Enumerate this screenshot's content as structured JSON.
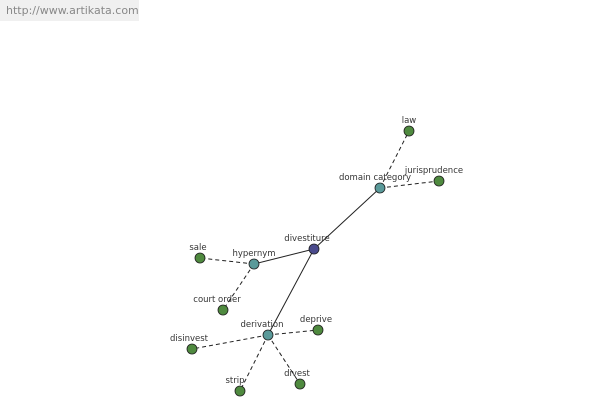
{
  "header": {
    "url": "http://www.artikata.com"
  },
  "diagram": {
    "colors": {
      "center": "#4a4a8c",
      "relation": "#5a9a9a",
      "leaf": "#4f8a3f",
      "edge": "#222222"
    },
    "nodes": [
      {
        "id": "divestiture",
        "label": "divestiture",
        "kind": "center"
      },
      {
        "id": "domain-category",
        "label": "domain category",
        "kind": "relation"
      },
      {
        "id": "hypernym",
        "label": "hypernym",
        "kind": "relation"
      },
      {
        "id": "derivation",
        "label": "derivation",
        "kind": "relation"
      },
      {
        "id": "law",
        "label": "law",
        "kind": "leaf"
      },
      {
        "id": "jurisprudence",
        "label": "jurisprudence",
        "kind": "leaf"
      },
      {
        "id": "sale",
        "label": "sale",
        "kind": "leaf"
      },
      {
        "id": "court-order",
        "label": "court order",
        "kind": "leaf"
      },
      {
        "id": "disinvest",
        "label": "disinvest",
        "kind": "leaf"
      },
      {
        "id": "deprive",
        "label": "deprive",
        "kind": "leaf"
      },
      {
        "id": "strip",
        "label": "strip",
        "kind": "leaf"
      },
      {
        "id": "divest",
        "label": "divest",
        "kind": "leaf"
      }
    ],
    "edges": [
      {
        "from": "divestiture",
        "to": "domain-category",
        "style": "solid"
      },
      {
        "from": "divestiture",
        "to": "hypernym",
        "style": "solid"
      },
      {
        "from": "divestiture",
        "to": "derivation",
        "style": "solid"
      },
      {
        "from": "domain-category",
        "to": "law",
        "style": "dashed"
      },
      {
        "from": "domain-category",
        "to": "jurisprudence",
        "style": "dashed"
      },
      {
        "from": "hypernym",
        "to": "sale",
        "style": "dashed"
      },
      {
        "from": "hypernym",
        "to": "court-order",
        "style": "dashed"
      },
      {
        "from": "derivation",
        "to": "disinvest",
        "style": "dashed"
      },
      {
        "from": "derivation",
        "to": "deprive",
        "style": "dashed"
      },
      {
        "from": "derivation",
        "to": "strip",
        "style": "dashed"
      },
      {
        "from": "derivation",
        "to": "divest",
        "style": "dashed"
      }
    ]
  }
}
